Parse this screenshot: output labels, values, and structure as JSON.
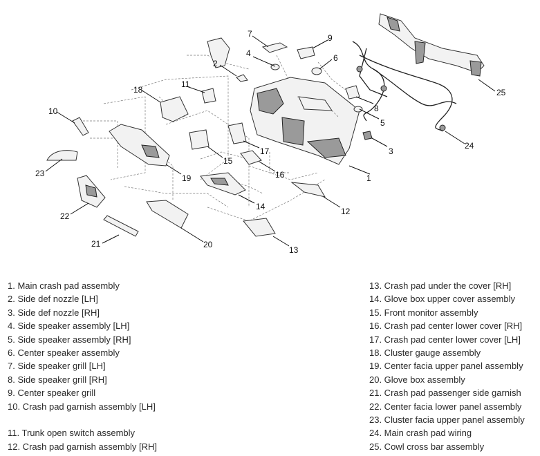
{
  "callouts": [
    "1",
    "2",
    "3",
    "4",
    "5",
    "6",
    "7",
    "8",
    "9",
    "10",
    "11",
    "12",
    "13",
    "14",
    "15",
    "16",
    "17",
    "18",
    "19",
    "20",
    "21",
    "22",
    "23",
    "24",
    "25"
  ],
  "legend_left": [
    "1. Main crash pad assembly",
    "2. Side def nozzle [LH]",
    "3. Side def nozzle [RH]",
    "4. Side speaker assembly [LH]",
    "5. Side speaker assembly [RH]",
    "6. Center speaker assembly",
    "7. Side speaker grill [LH]",
    "8. Side speaker grill [RH]",
    "9. Center speaker grill",
    "10. Crash pad garnish assembly [LH]",
    "",
    "11. Trunk open switch assembly",
    "12. Crash pad garnish assembly [RH]"
  ],
  "legend_right": [
    "13. Crash pad under the cover [RH]",
    "14. Glove box upper cover assembly",
    "15. Front monitor assembly",
    "16. Crash pad center lower cover [RH]",
    "17. Crash pad center lower cover [LH]",
    "18. Cluster gauge assembly",
    "19. Center facia upper panel assembly",
    "20. Glove box assembly",
    "21. Crash pad passenger side garnish",
    "22. Center facia lower panel assembly",
    "23. Cluster facia upper panel assembly",
    "24. Main crash pad wiring",
    "25. Cowl cross bar assembly"
  ]
}
